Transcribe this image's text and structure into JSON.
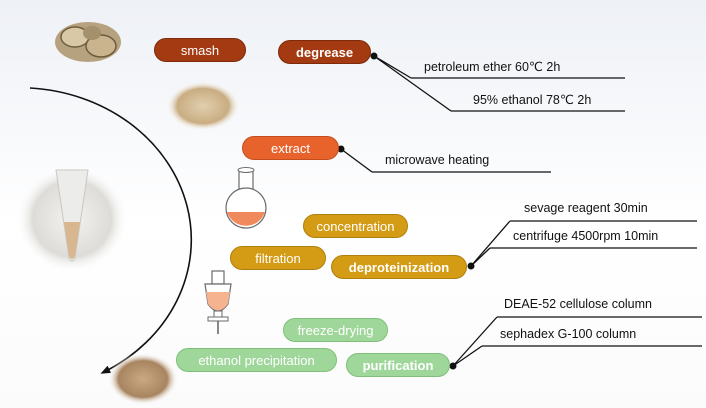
{
  "steps": {
    "smash": "smash",
    "degrease": "degrease",
    "extract": "extract",
    "concentration": "concentration",
    "filtration": "filtration",
    "deproteinization": "deproteinization",
    "freeze_drying": "freeze-drying",
    "ethanol_precipitation": "ethanol precipitation",
    "purification": "purification"
  },
  "conditions": {
    "degrease": [
      "petroleum ether  60℃ 2h",
      "95% ethanol  78℃ 2h"
    ],
    "extract": [
      "microwave heating"
    ],
    "deproteinization": [
      "sevage reagent  30min",
      "centrifuge  4500rpm  10min"
    ],
    "purification": [
      "DEAE-52 cellulose column",
      "sephadex G-100 column"
    ]
  },
  "colors": {
    "stage1": "#a43a12",
    "stage2": "#e8632c",
    "stage3": "#d49b14",
    "stage4": "#9fd79a"
  },
  "icons": [
    "root-slices-photo",
    "powder-pile-photo",
    "round-bottom-flask-icon",
    "centrifuge-tube-photo",
    "separatory-funnel-icon",
    "polysaccharide-powder-photo"
  ]
}
